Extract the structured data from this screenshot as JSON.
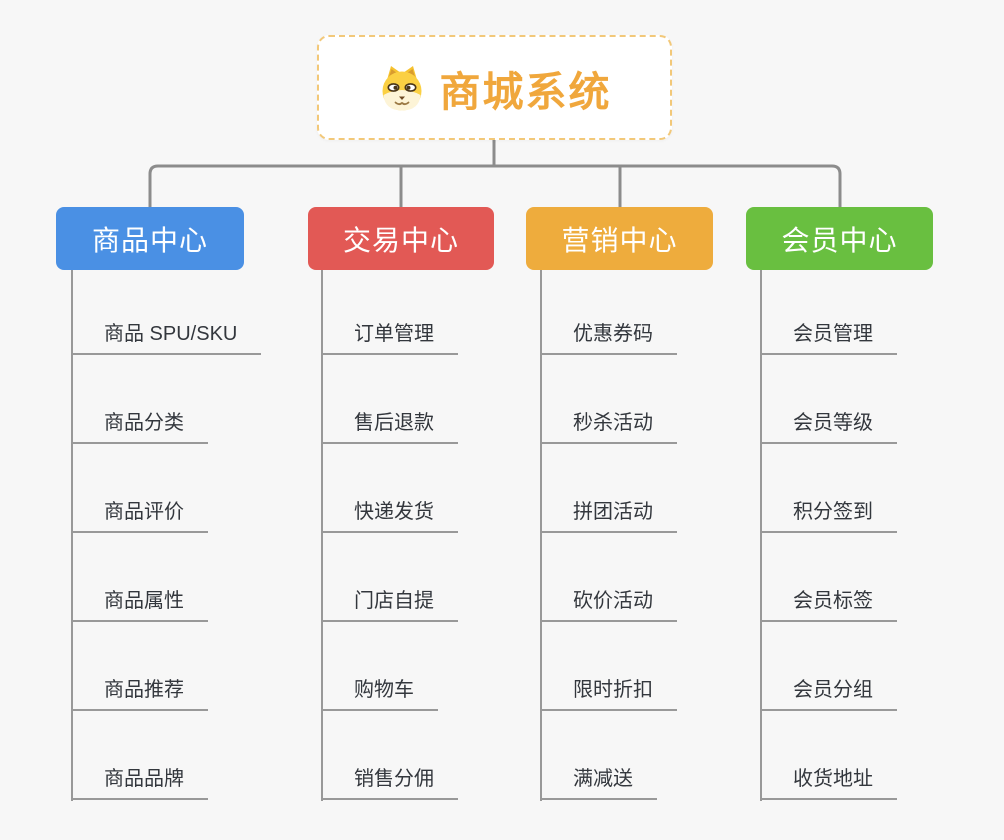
{
  "root": {
    "label": "商城系统",
    "icon": "dog-face-icon",
    "text_color": "#f0a73c",
    "border_color": "#f2c879"
  },
  "branches": [
    {
      "label": "商品中心",
      "color": "#4a90e4",
      "children": [
        "商品 SPU/SKU",
        "商品分类",
        "商品评价",
        "商品属性",
        "商品推荐",
        "商品品牌"
      ]
    },
    {
      "label": "交易中心",
      "color": "#e25955",
      "children": [
        "订单管理",
        "售后退款",
        "快递发货",
        "门店自提",
        "购物车",
        "销售分佣"
      ]
    },
    {
      "label": "营销中心",
      "color": "#eeac3d",
      "children": [
        "优惠券码",
        "秒杀活动",
        "拼团活动",
        "砍价活动",
        "限时折扣",
        "满减送"
      ]
    },
    {
      "label": "会员中心",
      "color": "#69bf40",
      "children": [
        "会员管理",
        "会员等级",
        "积分签到",
        "会员标签",
        "会员分组",
        "收货地址"
      ]
    }
  ],
  "colors": {
    "background": "#f7f7f7",
    "connector": "#8c8c8c",
    "underline": "#999999",
    "child_text": "#33373d"
  }
}
